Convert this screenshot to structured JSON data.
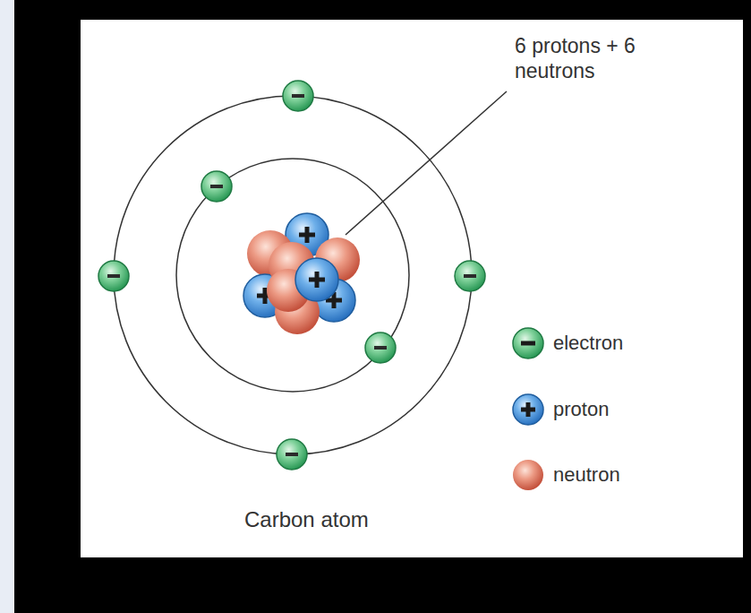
{
  "diagram": {
    "caption": "Carbon atom",
    "labels": [
      "6 protons + 6 neutrons"
    ],
    "legend": [
      {
        "text": "electron"
      },
      {
        "text": "proton"
      },
      {
        "text": "neutron"
      }
    ]
  }
}
